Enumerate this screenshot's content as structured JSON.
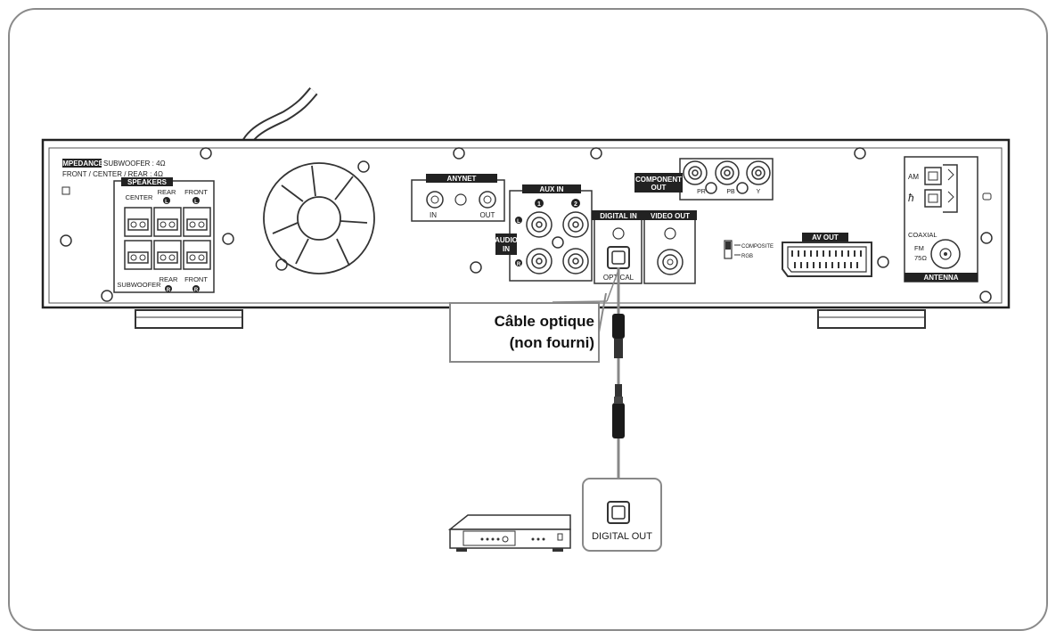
{
  "panel": {
    "impedance_badge": "IMPEDANCE",
    "impedance_line1": "SUBWOOFER : 4Ω",
    "impedance_line2": "FRONT / CENTER / REAR : 4Ω",
    "speakers_header": "SPEAKERS",
    "center": "CENTER",
    "rear_top": "REAR",
    "front_top": "FRONT",
    "subwoofer": "SUBWOOFER",
    "rear_bottom": "REAR",
    "front_bottom": "FRONT",
    "left_mark": "L",
    "right_mark": "R",
    "anynet_header": "ANYNET",
    "anynet_in": "IN",
    "anynet_out": "OUT",
    "aux_in_header": "AUX IN",
    "aux_num1": "1",
    "aux_num2": "2",
    "audio_in_line1": "AUDIO",
    "audio_in_line2": "IN",
    "digital_in_header": "DIGITAL IN",
    "optical": "OPTICAL",
    "video_out_header": "VIDEO OUT",
    "component_out_line1": "COMPONENT",
    "component_out_line2": "OUT",
    "pr": "PR",
    "pb": "PB",
    "y": "Y",
    "composite": "COMPOSITE",
    "rgb": "RGB",
    "av_out_header": "AV OUT",
    "am": "AM",
    "coaxial": "COAXIAL",
    "fm": "FM",
    "fm_ohm": "75Ω",
    "antenna": "ANTENNA"
  },
  "callout": {
    "line1": "Câble optique",
    "line2": "(non fourni)"
  },
  "source_device": {
    "digital_out": "DIGITAL OUT"
  }
}
